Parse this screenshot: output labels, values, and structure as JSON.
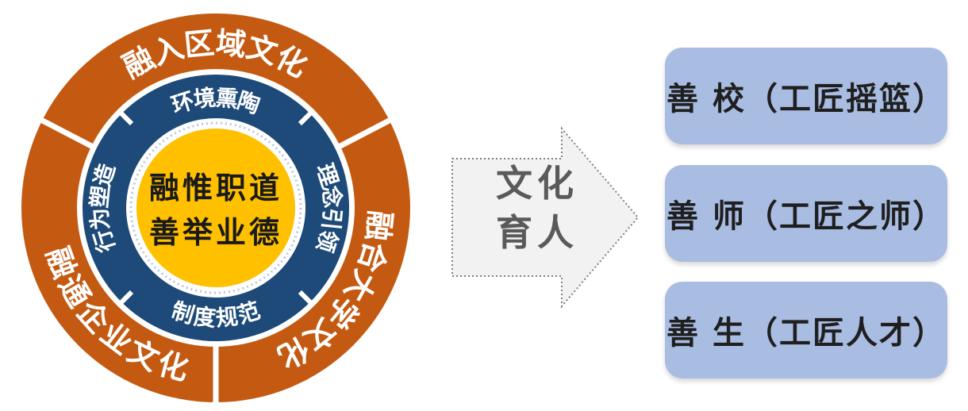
{
  "wheel": {
    "outer_ring": [
      "融入区域文化",
      "融合大学文化",
      "融通企业文化"
    ],
    "inner_ring": [
      "环境熏陶",
      "理念引领",
      "制度规范",
      "行为塑造"
    ],
    "core": [
      "融惟职道",
      "善举业德"
    ],
    "colors": {
      "outer": "#c45a12",
      "inner": "#1d4a78",
      "core": "#ffc000",
      "dots": "#b9c6dd"
    }
  },
  "arrow": {
    "label": "文化\n育人",
    "fill": "#f2f2f2",
    "stroke": "#7f7f7f"
  },
  "outcomes": [
    "善 校（工匠摇篮）",
    "善 师（工匠之师）",
    "善 生（工匠人才）"
  ],
  "outcome_color": "#a9bde3"
}
